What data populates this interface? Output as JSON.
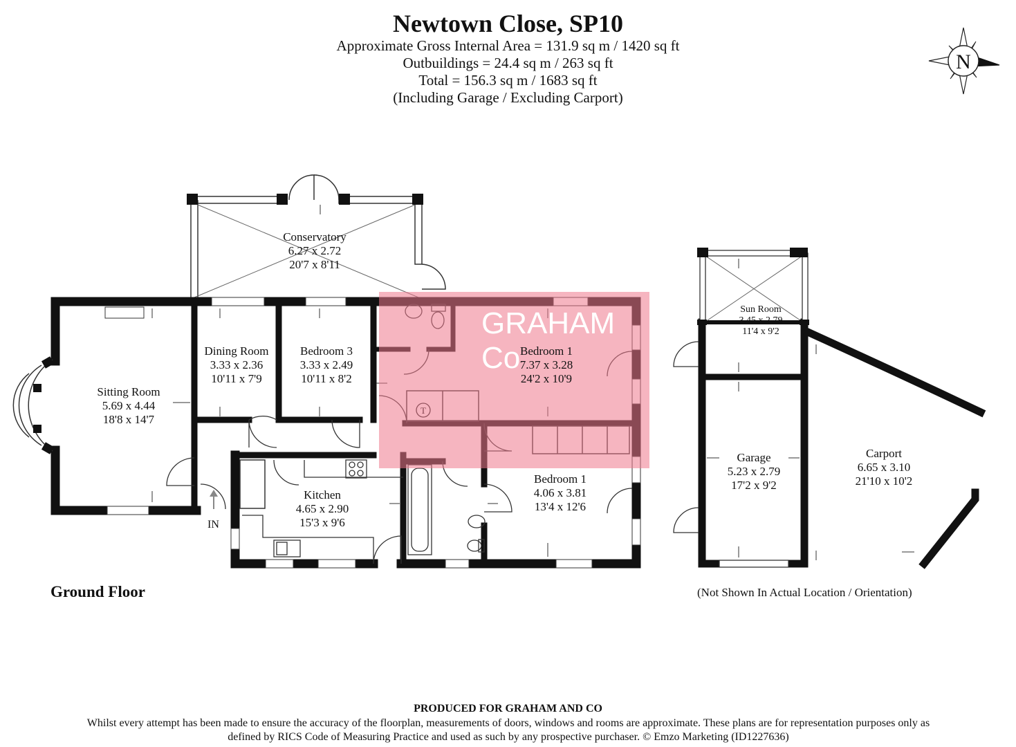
{
  "header": {
    "title": "Newtown Close, SP10",
    "line1": "Approximate Gross Internal Area = 131.9 sq m / 1420 sq ft",
    "line2": "Outbuildings = 24.4 sq m / 263 sq ft",
    "line3": "Total = 156.3 sq m / 1683 sq ft",
    "line4": "(Including Garage / Excluding Carport)"
  },
  "compass": {
    "letter": "N",
    "icon": "compass-north-icon"
  },
  "rooms": {
    "conservatory": {
      "name": "Conservatory",
      "metric": "6.27 x 2.72",
      "imperial": "20'7 x 8'11"
    },
    "sitting": {
      "name": "Sitting Room",
      "metric": "5.69 x 4.44",
      "imperial": "18'8 x 14'7"
    },
    "dining": {
      "name": "Dining Room",
      "metric": "3.33 x 2.36",
      "imperial": "10'11 x 7'9"
    },
    "bedroom3": {
      "name": "Bedroom 3",
      "metric": "3.33 x 2.49",
      "imperial": "10'11 x 8'2"
    },
    "bedroom1a": {
      "name": "Bedroom 1",
      "metric": "7.37 x 3.28",
      "imperial": "24'2 x 10'9"
    },
    "kitchen": {
      "name": "Kitchen",
      "metric": "4.65 x 2.90",
      "imperial": "15'3 x 9'6"
    },
    "bedroom1b": {
      "name": "Bedroom 1",
      "metric": "4.06 x 3.81",
      "imperial": "13'4 x 12'6"
    },
    "sunroom": {
      "name": "Sun Room",
      "metric": "3.45 x 2.79",
      "imperial": "11'4 x 9'2"
    },
    "garage": {
      "name": "Garage",
      "metric": "5.23 x 2.79",
      "imperial": "17'2 x 9'2"
    },
    "carport": {
      "name": "Carport",
      "metric": "6.65 x 3.10",
      "imperial": "21'10 x 10'2"
    }
  },
  "labels": {
    "entrance": "IN",
    "floor": "Ground Floor",
    "outbuilding_note": "(Not Shown In Actual Location / Orientation)",
    "thermostat": "T"
  },
  "watermark": {
    "line1": "GRAHAM",
    "line2": "Co",
    "color": "#ee788c"
  },
  "footer": {
    "heading": "PRODUCED FOR GRAHAM AND CO",
    "disclaimer": "Whilst every attempt has been made to ensure the accuracy of the floorplan, measurements of doors, windows and rooms are approximate. These plans are for representation purposes only as defined by RICS Code of Measuring Practice and used as such by any prospective purchaser. © Emzo Marketing (ID1227636)"
  }
}
